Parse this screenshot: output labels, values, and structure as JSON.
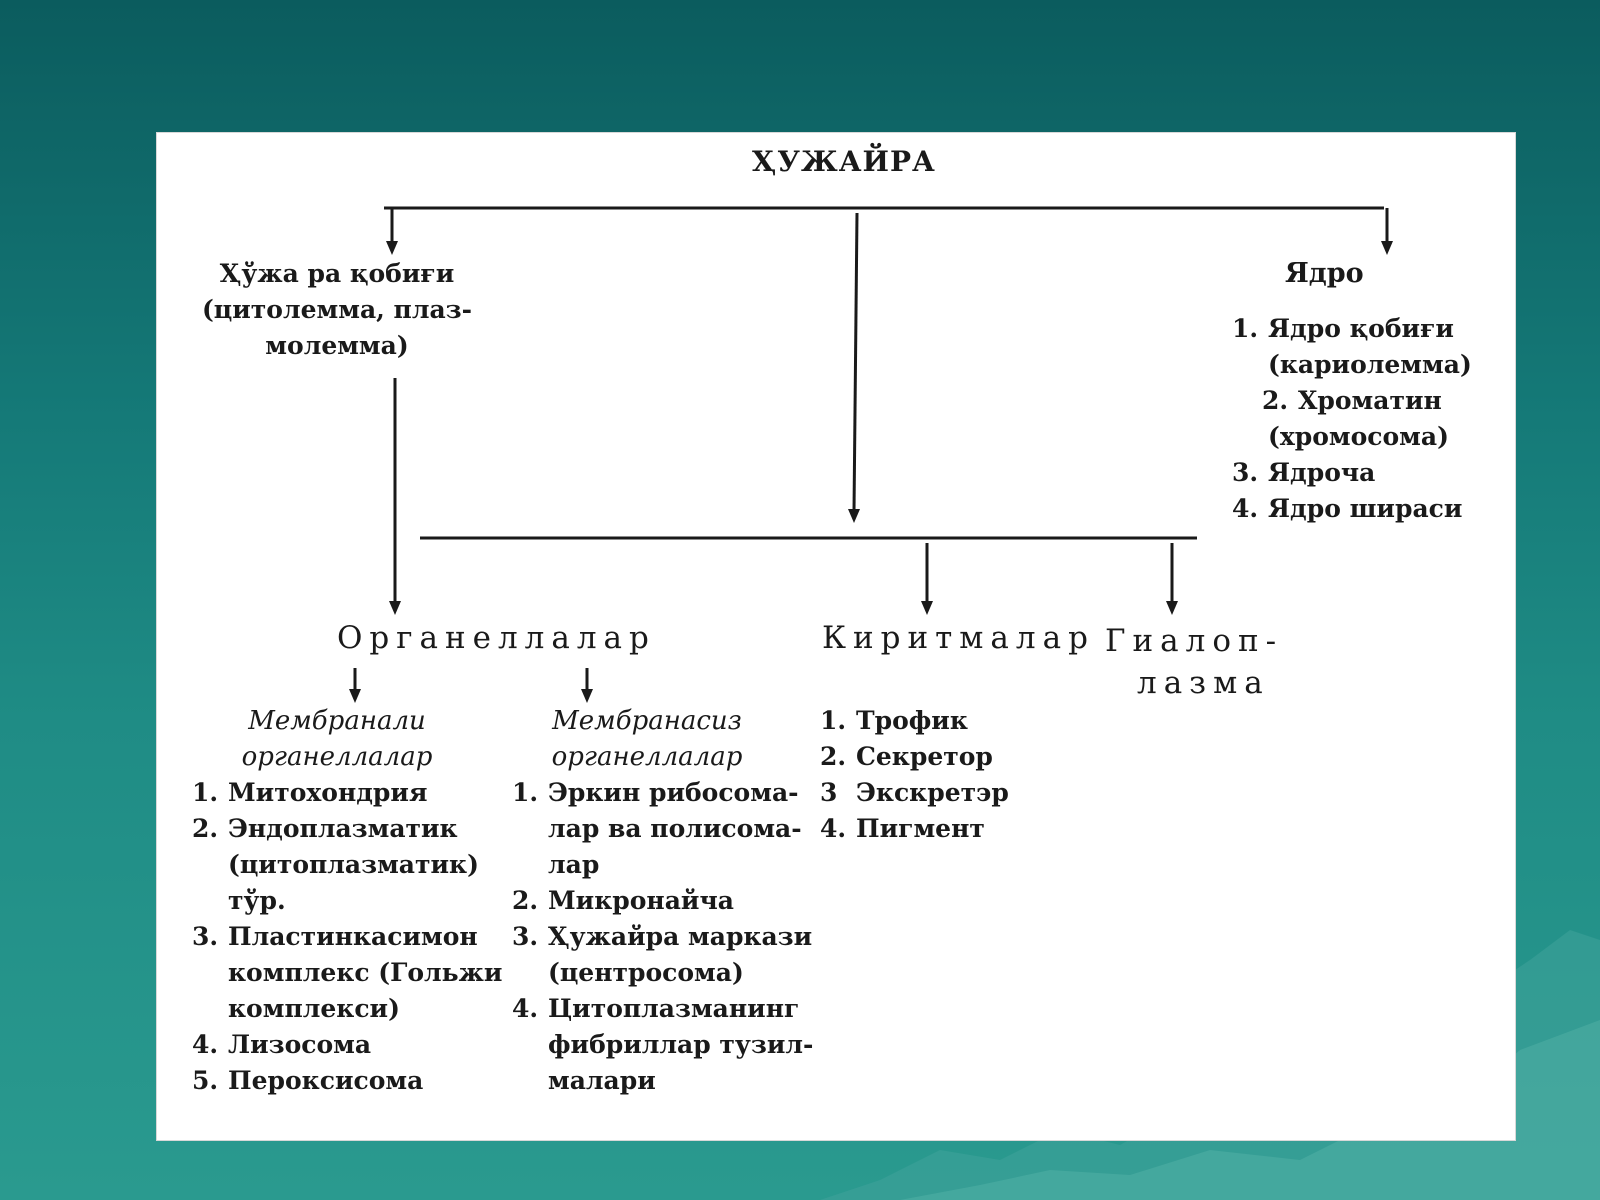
{
  "diagram": {
    "title": "ҲУЖАЙРА",
    "membrane": {
      "lines": [
        "Ҳўжа ра қобиғи",
        "(цитолемма, плаз-",
        "молемма)"
      ]
    },
    "nucleus": {
      "title": "Ядро",
      "items": [
        {
          "num": "1.",
          "lines": [
            "Ядро қобиғи",
            "(кариолемма)"
          ]
        },
        {
          "num": "2.",
          "lines": [
            "Хроматин",
            "(хромосома)"
          ]
        },
        {
          "num": "3.",
          "lines": [
            "Ядроча"
          ]
        },
        {
          "num": "4.",
          "lines": [
            "Ядро шираси"
          ]
        }
      ]
    },
    "organelles": {
      "title": "Органеллалар",
      "membranous": {
        "heading": [
          "Мембранали",
          "органеллалар"
        ],
        "items": [
          {
            "num": "1.",
            "lines": [
              "Митохондрия"
            ]
          },
          {
            "num": "2.",
            "lines": [
              "Эндоплазматик",
              "(цитоплазматик)",
              "тўр."
            ]
          },
          {
            "num": "3.",
            "lines": [
              "Пластинкасимон",
              "комплекс (Гольжи",
              "комплекси)"
            ]
          },
          {
            "num": "4.",
            "lines": [
              "Лизосома"
            ]
          },
          {
            "num": "5.",
            "lines": [
              "Пероксисома"
            ]
          }
        ]
      },
      "nonmembranous": {
        "heading": [
          "Мембранасиз",
          "органеллалар"
        ],
        "items": [
          {
            "num": "1.",
            "lines": [
              "Эркин рибосома-",
              "лар ва полисома-",
              "лар"
            ]
          },
          {
            "num": "2.",
            "lines": [
              "Микронайча"
            ]
          },
          {
            "num": "3.",
            "lines": [
              "Ҳужайра маркази",
              "(центросома)"
            ]
          },
          {
            "num": "4.",
            "lines": [
              "Цитоплазманинг",
              "фибриллар тузил-",
              "малари"
            ]
          }
        ]
      }
    },
    "inclusions": {
      "title": "Киритмалар",
      "items": [
        {
          "num": "1.",
          "lines": [
            "Трофик"
          ]
        },
        {
          "num": "2.",
          "lines": [
            "Секретор"
          ]
        },
        {
          "num": "3",
          "lines": [
            "Экскретэр"
          ]
        },
        {
          "num": "4.",
          "lines": [
            "Пигмент"
          ]
        }
      ]
    },
    "hyaloplasm": {
      "lines": [
        "Гиалоп-",
        "лазма"
      ]
    }
  },
  "colors": {
    "background_top": "#0b5c5e",
    "background_bottom": "#2a9a8f",
    "card": "#ffffff",
    "ink": "#1a1a1a"
  }
}
